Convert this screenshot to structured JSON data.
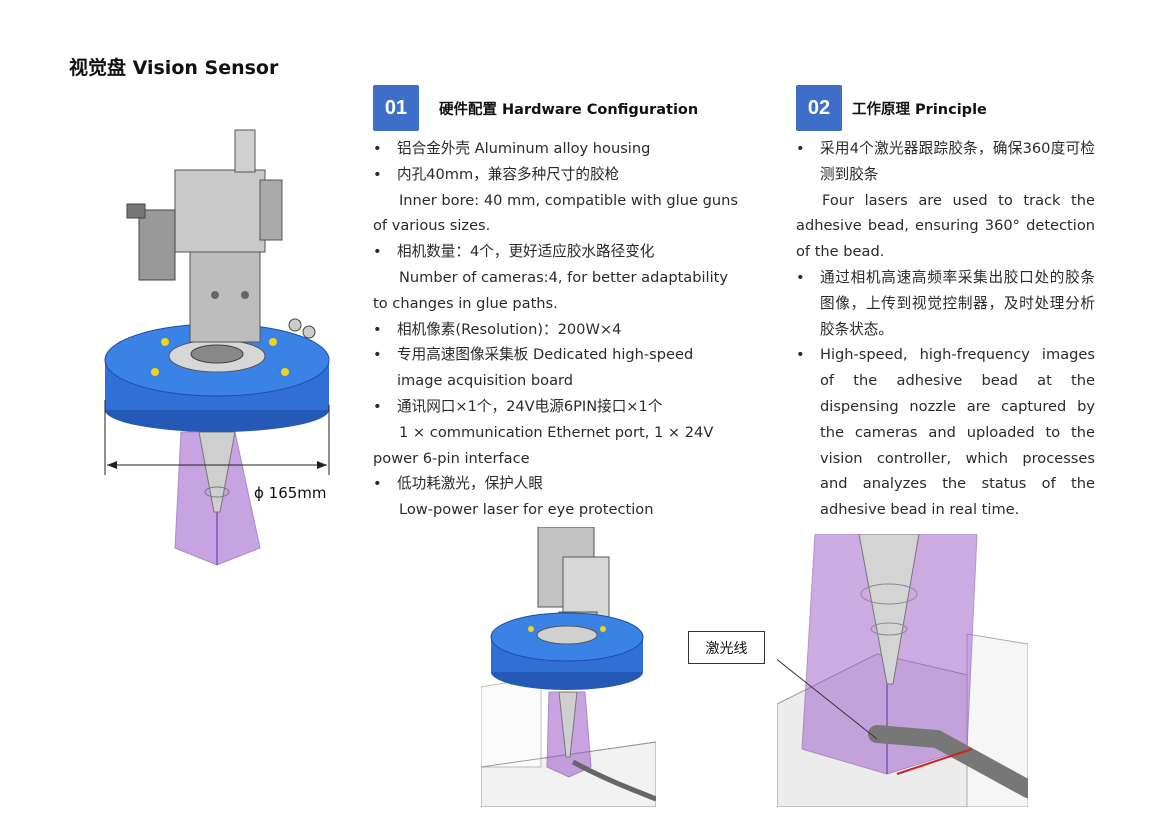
{
  "page": {
    "title": "视觉盘 Vision Sensor"
  },
  "section1": {
    "number": "01",
    "title": "硬件配置 Hardware Configuration",
    "lines": [
      {
        "type": "bullet",
        "text": "铝合金外壳  Aluminum alloy housing"
      },
      {
        "type": "bullet",
        "text": "内孔40mm，兼容多种尺寸的胶枪"
      },
      {
        "type": "indent",
        "text": "Inner bore: 40 mm, compatible with glue guns of various sizes."
      },
      {
        "type": "bullet",
        "text": "相机数量：4个，更好适应胶水路径变化"
      },
      {
        "type": "indent",
        "text": "Number of cameras:4, for better adaptability to changes in glue paths."
      },
      {
        "type": "bullet",
        "text": "相机像素(Resolution)：200W×4"
      },
      {
        "type": "bullet",
        "text": "专用高速图像采集板 Dedicated high-speed image acquisition board"
      },
      {
        "type": "bullet",
        "text": "通讯网口×1个，24V电源6PIN接口×1个"
      },
      {
        "type": "indent",
        "text": "1 × communication Ethernet port, 1 × 24V power 6-pin interface"
      },
      {
        "type": "bullet",
        "text": "低功耗激光，保护人眼"
      },
      {
        "type": "indent",
        "text": "Low-power laser for eye protection"
      }
    ]
  },
  "section2": {
    "number": "02",
    "title": "工作原理  Principle",
    "lines": [
      {
        "type": "bullet",
        "text": "采用4个激光器跟踪胶条，确保360度可检测到胶条"
      },
      {
        "type": "indent",
        "text": "Four lasers are used to track the adhesive bead, ensuring 360° detection of the bead."
      },
      {
        "type": "bullet",
        "text": "通过相机高速高频率采集出胶口处的胶条图像，上传到视觉控制器，及时处理分析胶条状态。"
      },
      {
        "type": "bullet",
        "text": "High-speed, high-frequency images of the adhesive bead at the dispensing nozzle are captured by the cameras and uploaded to the vision controller, which processes and analyzes the status of the adhesive bead in real time."
      }
    ]
  },
  "figures": {
    "dimension_label": "ϕ 165mm",
    "laser_callout": "激光线"
  },
  "colors": {
    "badge": "#3d6fc9",
    "housing_blue": "#2f6fd6",
    "laser_purple": "#8e3fc4",
    "metal_grey": "#b8b8b8"
  }
}
